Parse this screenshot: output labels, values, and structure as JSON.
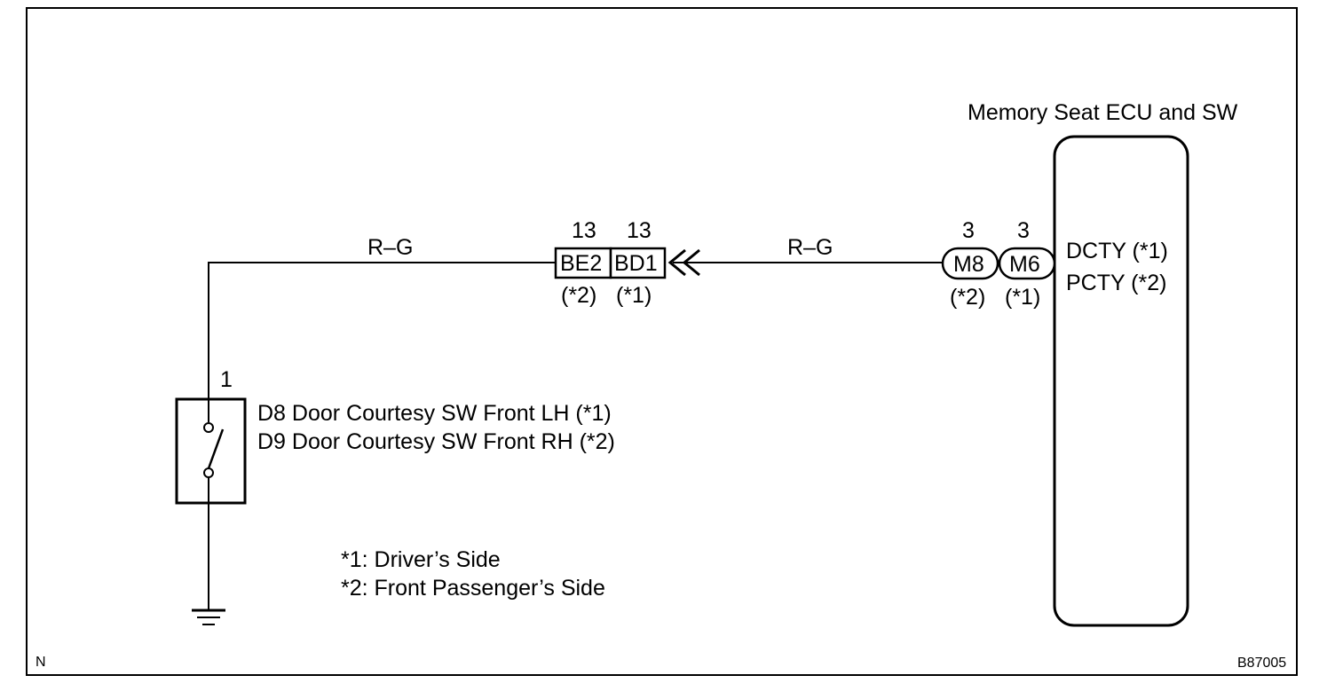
{
  "diagram": {
    "ecu": {
      "title": "Memory Seat ECU and SW",
      "terminal_1": "DCTY (*1)",
      "terminal_2": "PCTY (*2)"
    },
    "wires": {
      "left_color": "R–G",
      "right_color": "R–G"
    },
    "junction_connector": {
      "pin_left": "13",
      "pin_right": "13",
      "id_left": "BE2",
      "id_right": "BD1",
      "note_left": "(*2)",
      "note_right": "(*1)"
    },
    "ecu_connectors": {
      "pin_left": "3",
      "pin_right": "3",
      "id_left": "M8",
      "id_right": "M6",
      "note_left": "(*2)",
      "note_right": "(*1)"
    },
    "switch": {
      "pin": "1",
      "label_1": "D8 Door Courtesy SW Front LH (*1)",
      "label_2": "D9 Door Courtesy SW Front RH (*2)",
      "icon": "door-switch-symbol"
    },
    "ground_icon": "ground-symbol",
    "legend": {
      "line_1": "*1: Driver’s Side",
      "line_2": "*2: Front Passenger’s Side"
    },
    "corner_left": "N",
    "figure_id": "B87005",
    "line_color": "#000000",
    "background_color": "#ffffff"
  }
}
